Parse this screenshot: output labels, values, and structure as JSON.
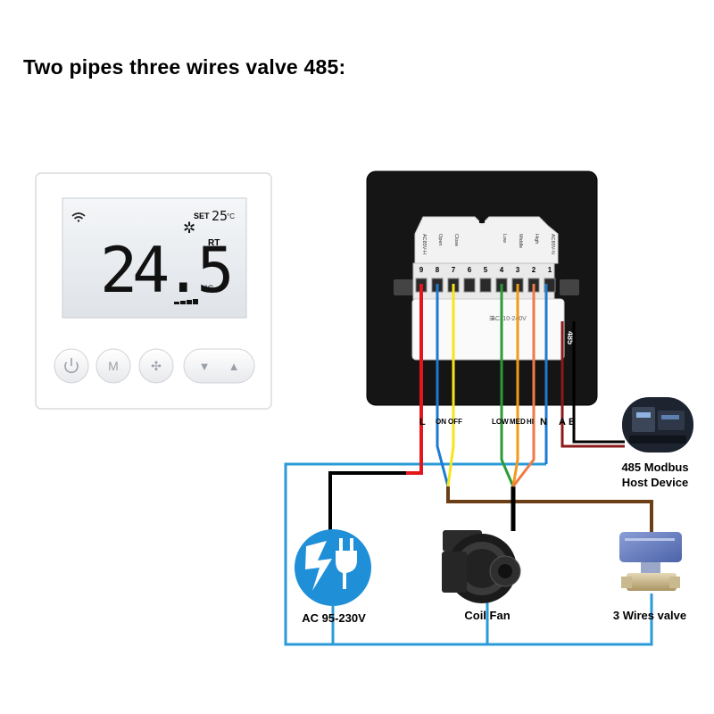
{
  "title": "Two pipes three wires valve 485:",
  "thermostat": {
    "wifi_icon": "wifi-icon",
    "set_label": "SET",
    "set_value": "25",
    "set_unit": "°C",
    "temperature": "24.5",
    "temperature_unit": "°C",
    "rt_label": "RT",
    "mode_icon": "snowflake-icon",
    "buttons": [
      {
        "name": "power-button",
        "icon": "power-icon",
        "label": "⏻"
      },
      {
        "name": "mode-button",
        "icon": "mode-icon",
        "label": "M"
      },
      {
        "name": "fan-button",
        "icon": "fan-icon",
        "label": "✣"
      },
      {
        "name": "down-button",
        "icon": "triangle-down-icon",
        "label": "▼"
      },
      {
        "name": "up-button",
        "icon": "triangle-up-icon",
        "label": "▲"
      }
    ]
  },
  "terminal": {
    "numbers": [
      "9",
      "8",
      "7",
      "6",
      "5",
      "4",
      "3",
      "2",
      "1"
    ],
    "top_labels": [
      "AC85V-H",
      "Open",
      "Close",
      "",
      "",
      "Low",
      "Middle",
      "High",
      "AC85V-N"
    ],
    "side_label": "485",
    "module_text": "AC110-240V"
  },
  "wire_labels": {
    "L": "L",
    "ON": "ON",
    "OFF": "OFF",
    "LOW": "LOW",
    "MED": "MED",
    "HI": "HI",
    "N": "N",
    "A": "A",
    "B": "B"
  },
  "devices": {
    "power": "AC 95-230V",
    "fan": "Coil Fan",
    "valve": "3 Wires valve",
    "modbus_line1": "485 Modbus",
    "modbus_line2": "Host Device"
  },
  "colors": {
    "L": "#e4161c",
    "ON": "#1c7ad1",
    "OFF": "#f5e51a",
    "LOW": "#2b9b36",
    "MED": "#f39a1d",
    "HI": "#f07a45",
    "N": "#1c7ad1",
    "AB": "#8b1a1a",
    "neutral_bus": "#2a9bd8",
    "common": "#6b3e16",
    "black": "#000000"
  }
}
